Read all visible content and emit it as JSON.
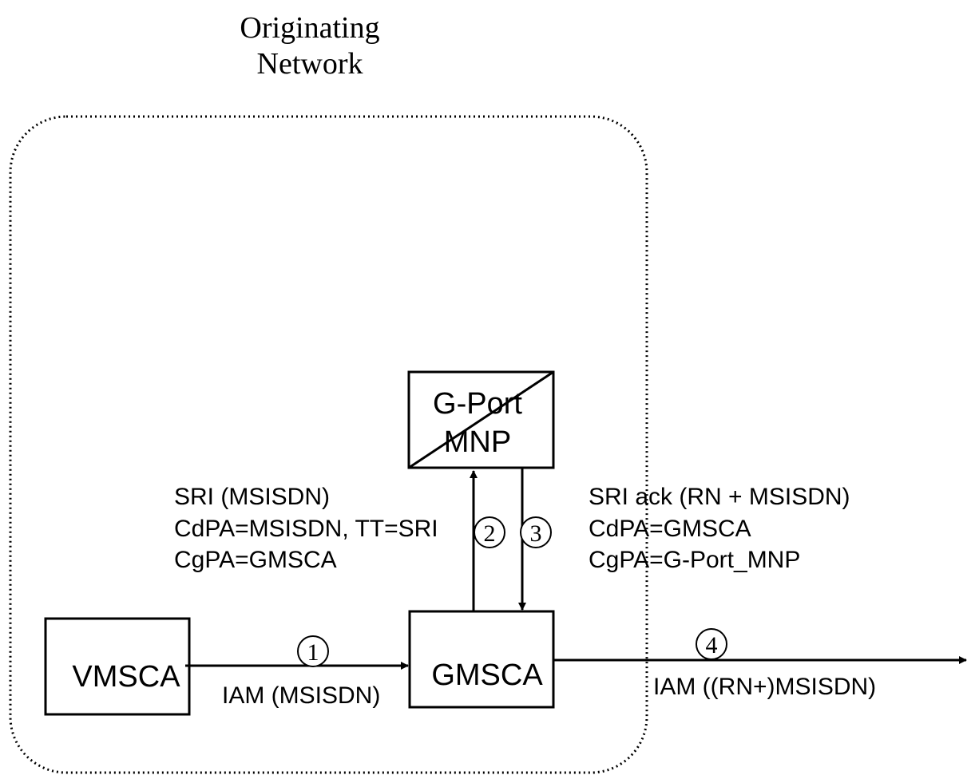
{
  "title": {
    "line1": "Originating",
    "line2": "Network"
  },
  "nodes": {
    "vmsca": "VMSCA",
    "gmsca": "GMSCA",
    "gport": {
      "line1": "G-Port",
      "line2": "MNP"
    }
  },
  "messages": {
    "sri": {
      "line1": "SRI (MSISDN)",
      "line2": "CdPA=MSISDN, TT=SRI",
      "line3": "CgPA=GMSCA"
    },
    "sri_ack": {
      "line1": "SRI ack (RN + MSISDN)",
      "line2": "CdPA=GMSCA",
      "line3": "CgPA=G-Port_MNP"
    },
    "iam_in": "IAM (MSISDN)",
    "iam_out": "IAM ((RN+)MSISDN)"
  },
  "steps": [
    "1",
    "2",
    "3",
    "4"
  ],
  "colors": {
    "line": "#000000",
    "background": "#ffffff"
  }
}
